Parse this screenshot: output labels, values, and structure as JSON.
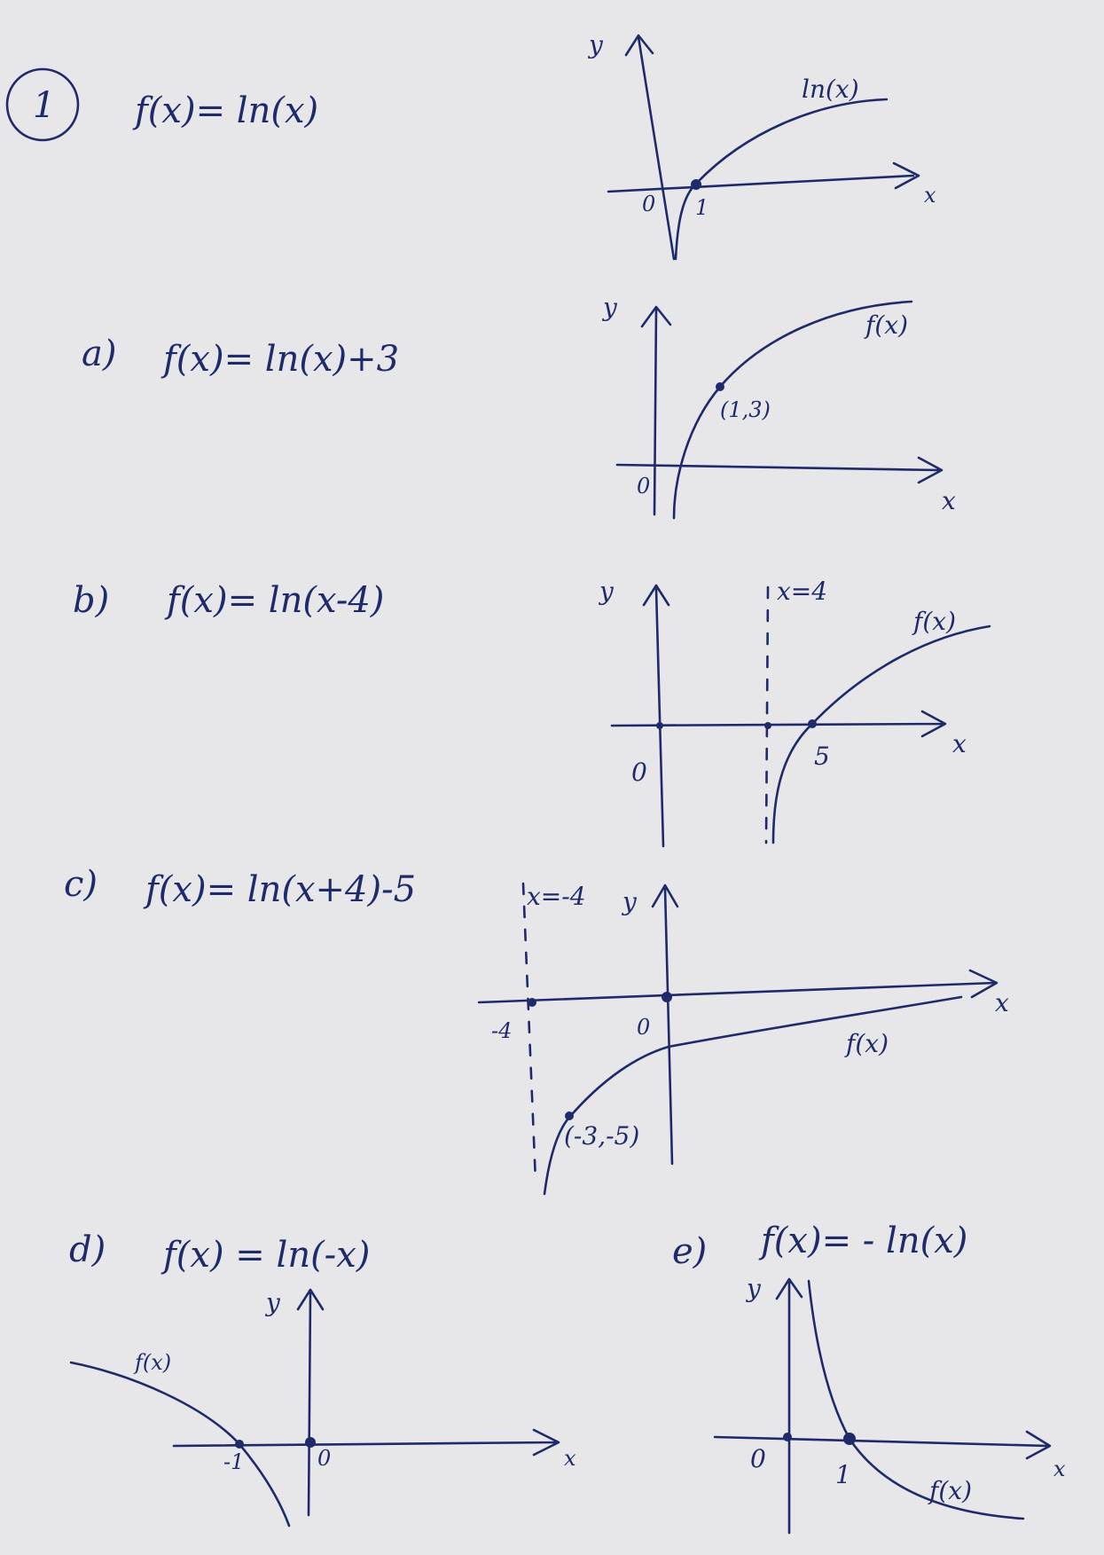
{
  "problem": {
    "number": "1",
    "equation": "f(x)= ln(x)"
  },
  "graph_main": {
    "y_label": "y",
    "x_label": "x",
    "origin": "0",
    "tick": "1",
    "curve_label": "ln(x)"
  },
  "part_a": {
    "label": "a)",
    "equation": "f(x)= ln(x)+3",
    "y_label": "y",
    "x_label": "x",
    "origin": "0",
    "point": "(1,3)",
    "curve_label": "f(x)"
  },
  "part_b": {
    "label": "b)",
    "equation": "f(x)= ln(x-4)",
    "y_label": "y",
    "x_label": "x",
    "origin": "0",
    "asymptote": "x=4",
    "tick": "5",
    "curve_label": "f(x)"
  },
  "part_c": {
    "label": "c)",
    "equation": "f(x)= ln(x+4)-5",
    "y_label": "y",
    "x_label": "x",
    "origin": "0",
    "asymptote": "x=-4",
    "tick": "-4",
    "point": "(-3,-5)",
    "curve_label": "f(x)"
  },
  "part_d": {
    "label": "d)",
    "equation": "f(x) = ln(-x)",
    "y_label": "y",
    "x_label": "x",
    "origin": "0",
    "tick": "-1",
    "curve_label": "f(x)"
  },
  "part_e": {
    "label": "e)",
    "equation": "f(x)= - ln(x)",
    "y_label": "y",
    "x_label": "x",
    "origin": "0",
    "tick": "1",
    "curve_label": "f(x)"
  }
}
